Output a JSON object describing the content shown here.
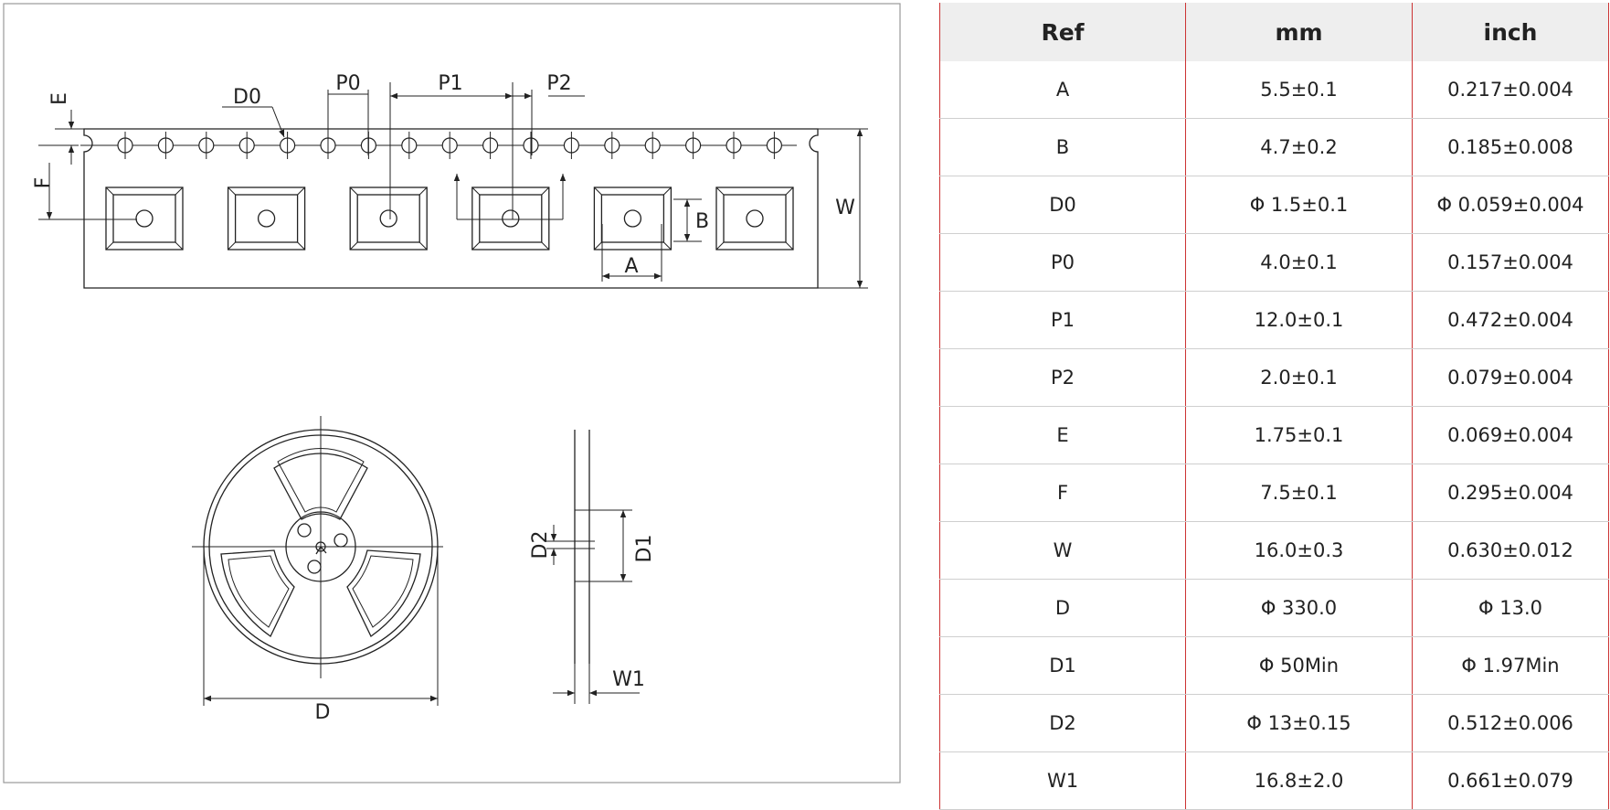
{
  "drawing": {
    "tape_labels": {
      "E": "E",
      "D0": "D0",
      "P0": "P0",
      "P1": "P1",
      "P2": "P2",
      "F": "F",
      "W": "W",
      "A": "A",
      "B": "B"
    },
    "reel_labels": {
      "D": "D",
      "D1": "D1",
      "D2": "D2",
      "W1": "W1"
    }
  },
  "table": {
    "headers": [
      "Ref",
      "mm",
      "inch"
    ],
    "rows": [
      [
        "A",
        "5.5±0.1",
        "0.217±0.004"
      ],
      [
        "B",
        "4.7±0.2",
        "0.185±0.008"
      ],
      [
        "D0",
        "Φ 1.5±0.1",
        "Φ 0.059±0.004"
      ],
      [
        "P0",
        "4.0±0.1",
        "0.157±0.004"
      ],
      [
        "P1",
        "12.0±0.1",
        "0.472±0.004"
      ],
      [
        "P2",
        "2.0±0.1",
        "0.079±0.004"
      ],
      [
        "E",
        "1.75±0.1",
        "0.069±0.004"
      ],
      [
        "F",
        "7.5±0.1",
        "0.295±0.004"
      ],
      [
        "W",
        "16.0±0.3",
        "0.630±0.012"
      ],
      [
        "D",
        "Φ 330.0",
        "Φ 13.0"
      ],
      [
        "D1",
        "Φ 50Min",
        "Φ 1.97Min"
      ],
      [
        "D2",
        "Φ 13±0.15",
        "0.512±0.006"
      ],
      [
        "W1",
        "16.8±2.0",
        "0.661±0.079"
      ]
    ]
  }
}
